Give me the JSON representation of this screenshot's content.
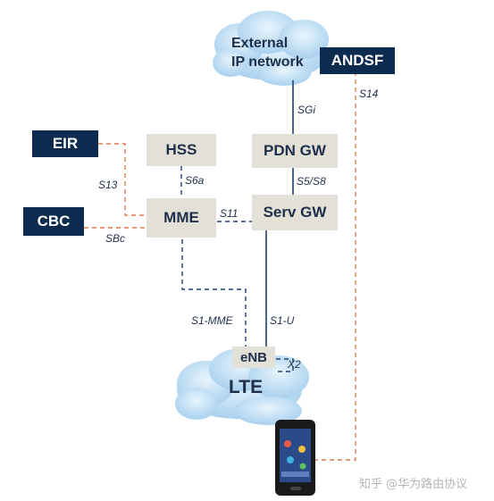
{
  "clouds": {
    "external": {
      "line1": "External",
      "line2": "IP network"
    },
    "lte": {
      "label": "LTE"
    }
  },
  "nodes": {
    "andsf": "ANDSF",
    "eir": "EIR",
    "hss": "HSS",
    "pdn_gw": "PDN GW",
    "cbc": "CBC",
    "mme": "MME",
    "serv_gw": "Serv GW",
    "enb": "eNB"
  },
  "interfaces": {
    "s14": "S14",
    "sgi": "SGi",
    "s13": "S13",
    "s6a": "S6a",
    "s5s8": "S5/S8",
    "s11": "S11",
    "sbc": "SBc",
    "s1_mme": "S1-MME",
    "s1_u": "S1-U",
    "x2": "X2"
  },
  "watermark": "知乎 @华为路由协议",
  "colors": {
    "grey_node": "#e3e0d8",
    "navy_node": "#0d2a4f",
    "control_line": "#1f3f7a",
    "andsf_line": "#e07a50",
    "cloud_fill": "#b9dbf3"
  }
}
